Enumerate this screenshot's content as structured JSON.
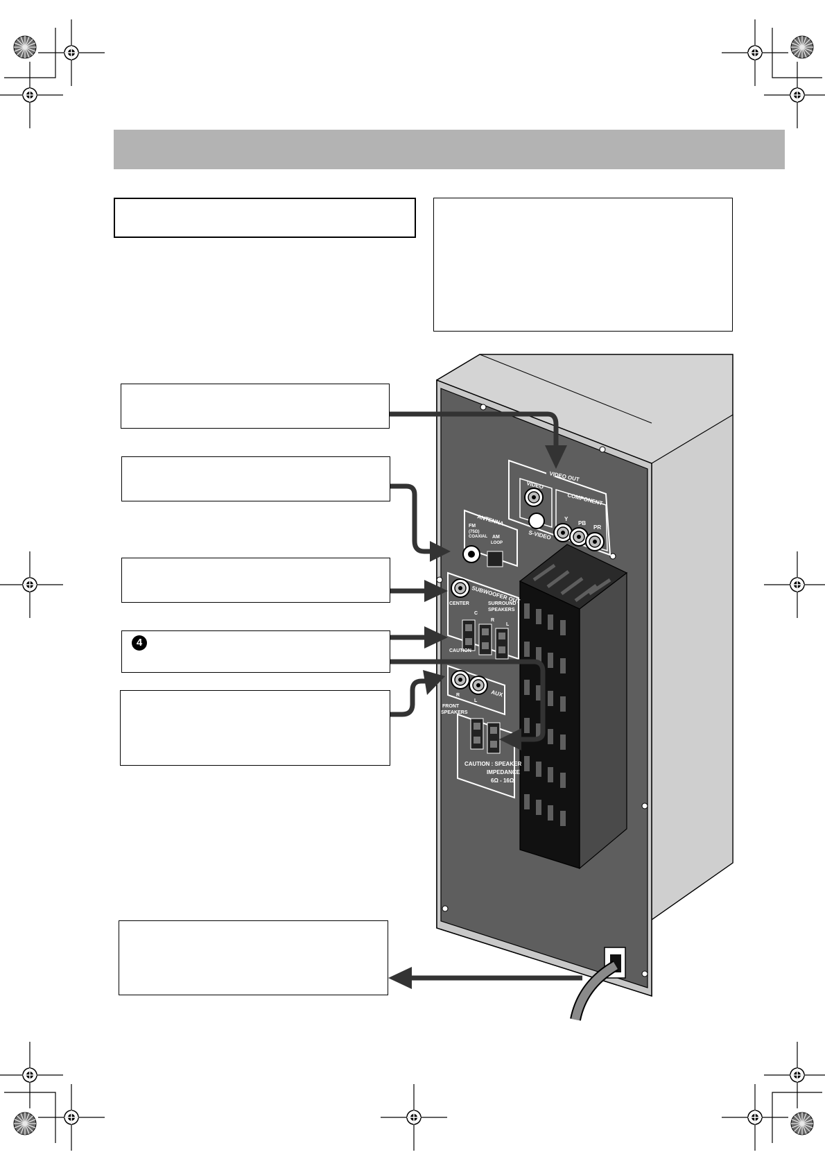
{
  "callouts": {
    "step_number": "4"
  },
  "panel_labels": {
    "video_out": "VIDEO  OUT",
    "video": "VIDEO",
    "s_video": "S-VIDEO",
    "component": "COMPONENT",
    "y": "Y",
    "pb": "PB",
    "pr": "PR",
    "antenna": "ANTENNA",
    "fm": "FM",
    "fm_sub": "(75Ω)",
    "fm_sub2": "COAXIAL",
    "am": "AM",
    "am_sub": "LOOP",
    "subwoofer_out": "SUBWOOFER OUT",
    "center": "CENTER",
    "c": "C",
    "surround_speakers_1": "SURROUND",
    "surround_speakers_2": "SPEAKERS",
    "r": "R",
    "l": "L",
    "caution_short": "CAUTION",
    "aux": "AUX",
    "front_speakers_1": "FRONT",
    "front_speakers_2": "SPEAKERS",
    "caution_1": "CAUTION : SPEAKER",
    "caution_2": "IMPEDANCE",
    "caution_3": "6Ω - 16Ω"
  },
  "colors": {
    "header_bar": "#b3b3b3",
    "unit_body": "#d4d4d4",
    "rear_panel": "#5e5e5e",
    "heatsink": "#1a1a1a",
    "arrow": "#333333"
  },
  "icons": [
    "registration-mark-icon",
    "color-wheel-icon",
    "arrow-icon"
  ]
}
